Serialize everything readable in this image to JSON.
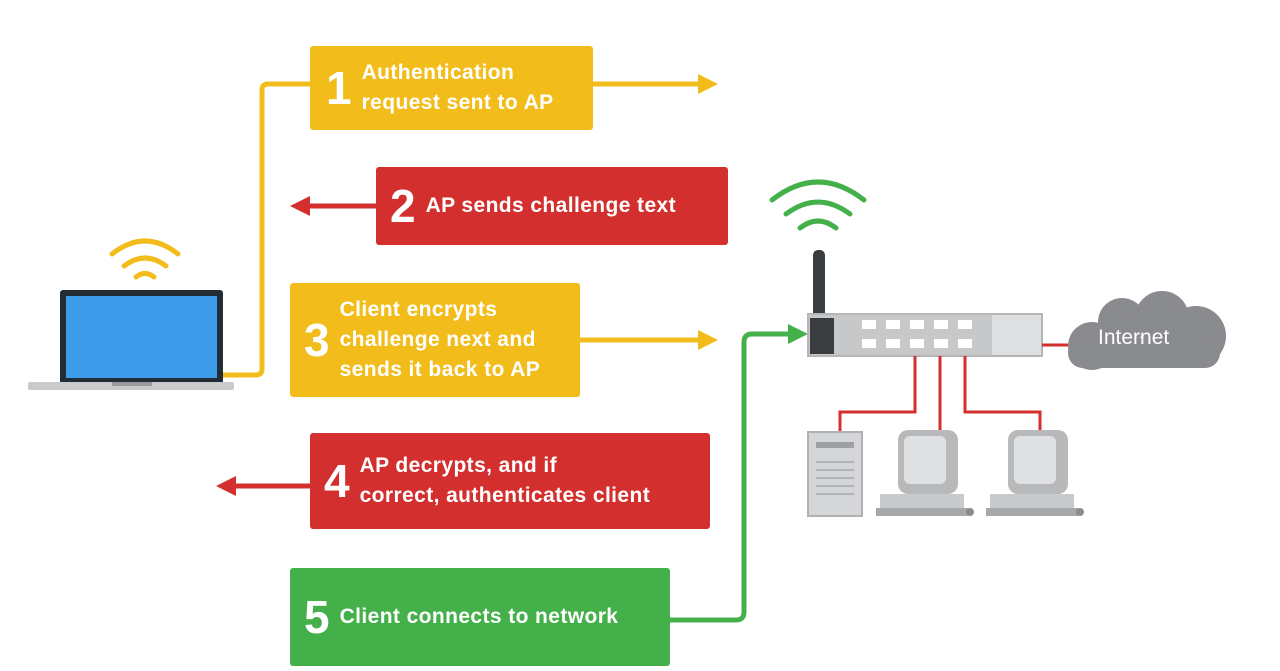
{
  "steps": [
    {
      "num": "1",
      "lines": [
        "Authentication",
        "request sent to AP"
      ]
    },
    {
      "num": "2",
      "lines": [
        "AP sends challenge text"
      ]
    },
    {
      "num": "3",
      "lines": [
        "Client encrypts",
        "challenge next and",
        "sends it back to AP"
      ]
    },
    {
      "num": "4",
      "lines": [
        "AP decrypts, and if",
        "correct, authenticates client"
      ]
    },
    {
      "num": "5",
      "lines": [
        "Client connects to network"
      ]
    }
  ],
  "cloud": {
    "label": "Internet"
  },
  "colors": {
    "yellow": "#f2bd1b",
    "red": "#d32f2f",
    "green": "#43b04a",
    "laptop_screen": "#3d9be9",
    "device_gray": "#c9cacc"
  },
  "icons": [
    "laptop-icon",
    "wifi-signal-icon",
    "router-icon",
    "cloud-icon",
    "server-icon",
    "computer-icon"
  ]
}
